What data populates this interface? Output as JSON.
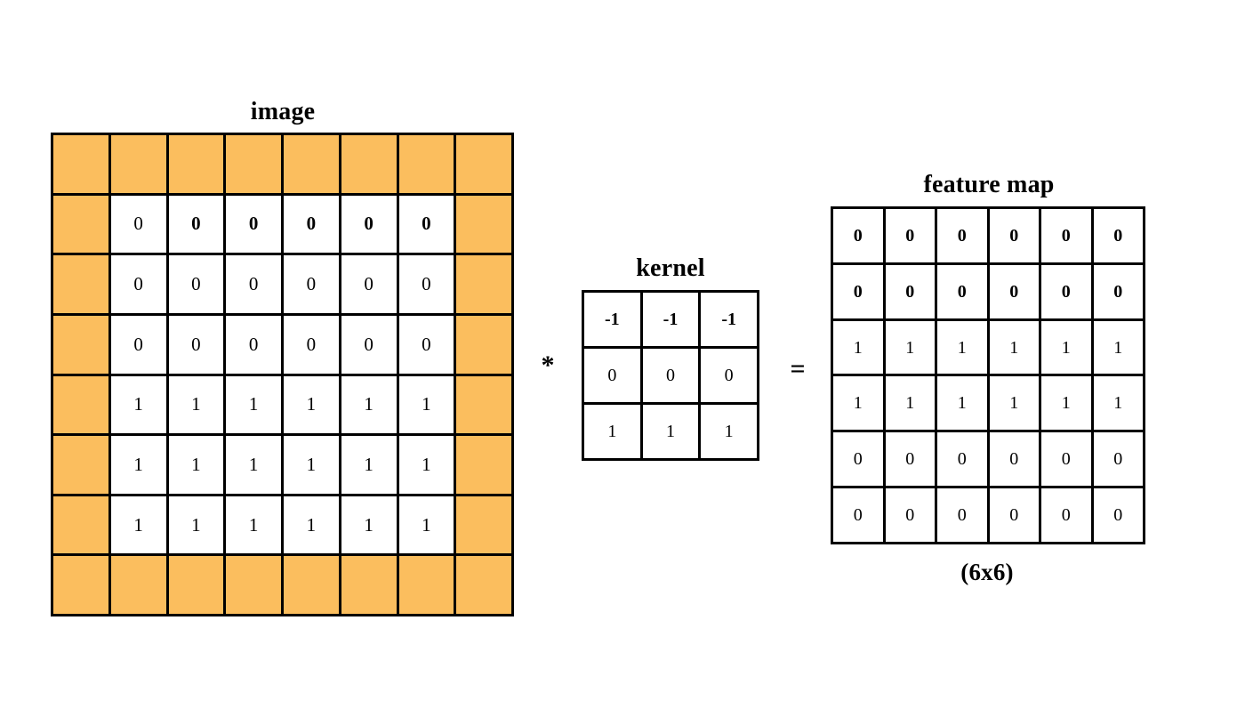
{
  "figure": {
    "operators": {
      "convolve": "*",
      "equals": "="
    }
  },
  "image_block": {
    "title": "image",
    "rows": 8,
    "cols": 8,
    "padding_color": "#FBBE5E",
    "cell_color": "#FFFFFF",
    "border_color": "#000000",
    "cells": [
      [
        {
          "v": "",
          "pad": true
        },
        {
          "v": "",
          "pad": true
        },
        {
          "v": "",
          "pad": true
        },
        {
          "v": "",
          "pad": true
        },
        {
          "v": "",
          "pad": true
        },
        {
          "v": "",
          "pad": true
        },
        {
          "v": "",
          "pad": true
        },
        {
          "v": "",
          "pad": true
        }
      ],
      [
        {
          "v": "",
          "pad": true
        },
        {
          "v": "0",
          "bold": false
        },
        {
          "v": "0",
          "bold": true
        },
        {
          "v": "0",
          "bold": true
        },
        {
          "v": "0",
          "bold": true
        },
        {
          "v": "0",
          "bold": true
        },
        {
          "v": "0",
          "bold": true
        },
        {
          "v": "",
          "pad": true
        }
      ],
      [
        {
          "v": "",
          "pad": true
        },
        {
          "v": "0",
          "bold": false
        },
        {
          "v": "0",
          "bold": false
        },
        {
          "v": "0",
          "bold": false
        },
        {
          "v": "0",
          "bold": false
        },
        {
          "v": "0",
          "bold": false
        },
        {
          "v": "0",
          "bold": false
        },
        {
          "v": "",
          "pad": true
        }
      ],
      [
        {
          "v": "",
          "pad": true
        },
        {
          "v": "0",
          "bold": false
        },
        {
          "v": "0",
          "bold": false
        },
        {
          "v": "0",
          "bold": false
        },
        {
          "v": "0",
          "bold": false
        },
        {
          "v": "0",
          "bold": false
        },
        {
          "v": "0",
          "bold": false
        },
        {
          "v": "",
          "pad": true
        }
      ],
      [
        {
          "v": "",
          "pad": true
        },
        {
          "v": "1",
          "bold": false
        },
        {
          "v": "1",
          "bold": false
        },
        {
          "v": "1",
          "bold": false
        },
        {
          "v": "1",
          "bold": false
        },
        {
          "v": "1",
          "bold": false
        },
        {
          "v": "1",
          "bold": false
        },
        {
          "v": "",
          "pad": true
        }
      ],
      [
        {
          "v": "",
          "pad": true
        },
        {
          "v": "1",
          "bold": false
        },
        {
          "v": "1",
          "bold": false
        },
        {
          "v": "1",
          "bold": false
        },
        {
          "v": "1",
          "bold": false
        },
        {
          "v": "1",
          "bold": false
        },
        {
          "v": "1",
          "bold": false
        },
        {
          "v": "",
          "pad": true
        }
      ],
      [
        {
          "v": "",
          "pad": true
        },
        {
          "v": "1",
          "bold": false
        },
        {
          "v": "1",
          "bold": false
        },
        {
          "v": "1",
          "bold": false
        },
        {
          "v": "1",
          "bold": false
        },
        {
          "v": "1",
          "bold": false
        },
        {
          "v": "1",
          "bold": false
        },
        {
          "v": "",
          "pad": true
        }
      ],
      [
        {
          "v": "",
          "pad": true
        },
        {
          "v": "",
          "pad": true
        },
        {
          "v": "",
          "pad": true
        },
        {
          "v": "",
          "pad": true
        },
        {
          "v": "",
          "pad": true
        },
        {
          "v": "",
          "pad": true
        },
        {
          "v": "",
          "pad": true
        },
        {
          "v": "",
          "pad": true
        }
      ]
    ]
  },
  "kernel_block": {
    "title": "kernel",
    "rows": 3,
    "cols": 3,
    "cells": [
      [
        {
          "v": "-1",
          "bold": true
        },
        {
          "v": "-1",
          "bold": true
        },
        {
          "v": "-1",
          "bold": true
        }
      ],
      [
        {
          "v": "0",
          "bold": false
        },
        {
          "v": "0",
          "bold": false
        },
        {
          "v": "0",
          "bold": false
        }
      ],
      [
        {
          "v": "1",
          "bold": false
        },
        {
          "v": "1",
          "bold": false
        },
        {
          "v": "1",
          "bold": false
        }
      ]
    ]
  },
  "featuremap_block": {
    "title": "feature map",
    "caption": "(6x6)",
    "rows": 6,
    "cols": 6,
    "cells": [
      [
        {
          "v": "0",
          "bold": true
        },
        {
          "v": "0",
          "bold": true
        },
        {
          "v": "0",
          "bold": true
        },
        {
          "v": "0",
          "bold": true
        },
        {
          "v": "0",
          "bold": true
        },
        {
          "v": "0",
          "bold": true
        }
      ],
      [
        {
          "v": "0",
          "bold": true
        },
        {
          "v": "0",
          "bold": true
        },
        {
          "v": "0",
          "bold": true
        },
        {
          "v": "0",
          "bold": true
        },
        {
          "v": "0",
          "bold": true
        },
        {
          "v": "0",
          "bold": true
        }
      ],
      [
        {
          "v": "1",
          "bold": false
        },
        {
          "v": "1",
          "bold": false
        },
        {
          "v": "1",
          "bold": false
        },
        {
          "v": "1",
          "bold": false
        },
        {
          "v": "1",
          "bold": false
        },
        {
          "v": "1",
          "bold": false
        }
      ],
      [
        {
          "v": "1",
          "bold": false
        },
        {
          "v": "1",
          "bold": false
        },
        {
          "v": "1",
          "bold": false
        },
        {
          "v": "1",
          "bold": false
        },
        {
          "v": "1",
          "bold": false
        },
        {
          "v": "1",
          "bold": false
        }
      ],
      [
        {
          "v": "0",
          "bold": false
        },
        {
          "v": "0",
          "bold": false
        },
        {
          "v": "0",
          "bold": false
        },
        {
          "v": "0",
          "bold": false
        },
        {
          "v": "0",
          "bold": false
        },
        {
          "v": "0",
          "bold": false
        }
      ],
      [
        {
          "v": "0",
          "bold": false
        },
        {
          "v": "0",
          "bold": false
        },
        {
          "v": "0",
          "bold": false
        },
        {
          "v": "0",
          "bold": false
        },
        {
          "v": "0",
          "bold": false
        },
        {
          "v": "0",
          "bold": false
        }
      ]
    ]
  }
}
